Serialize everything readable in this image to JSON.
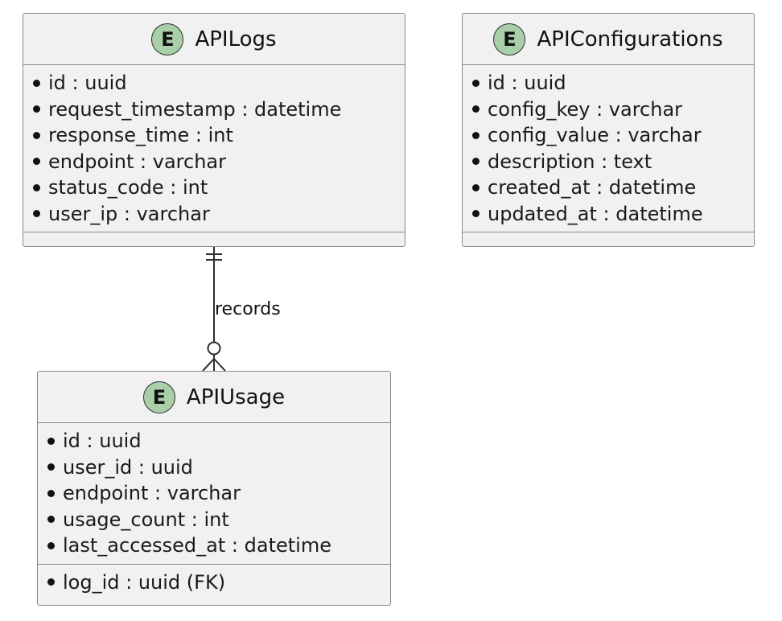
{
  "entities": {
    "apilogs": {
      "badge": "E",
      "title": "APILogs",
      "attributes": [
        "id : uuid",
        "request_timestamp : datetime",
        "response_time : int",
        "endpoint : varchar",
        "status_code : int",
        "user_ip : varchar"
      ]
    },
    "apiconfigurations": {
      "badge": "E",
      "title": "APIConfigurations",
      "attributes": [
        "id : uuid",
        "config_key : varchar",
        "config_value : varchar",
        "description : text",
        "created_at : datetime",
        "updated_at : datetime"
      ]
    },
    "apiusage": {
      "badge": "E",
      "title": "APIUsage",
      "attributes": [
        "id : uuid",
        "user_id : uuid",
        "endpoint : varchar",
        "usage_count : int",
        "last_accessed_at : datetime"
      ],
      "fk_attributes": [
        "log_id : uuid  (FK)"
      ]
    }
  },
  "relationship": {
    "label": "records",
    "from": "APILogs",
    "to": "APIUsage",
    "from_cardinality": "exactly-one",
    "to_cardinality": "zero-or-many"
  },
  "colors": {
    "entity_fill": "#f1f1f1",
    "entity_border": "#8a8a8a",
    "badge_fill": "#a9cfa9",
    "line": "#2d2d2d"
  }
}
